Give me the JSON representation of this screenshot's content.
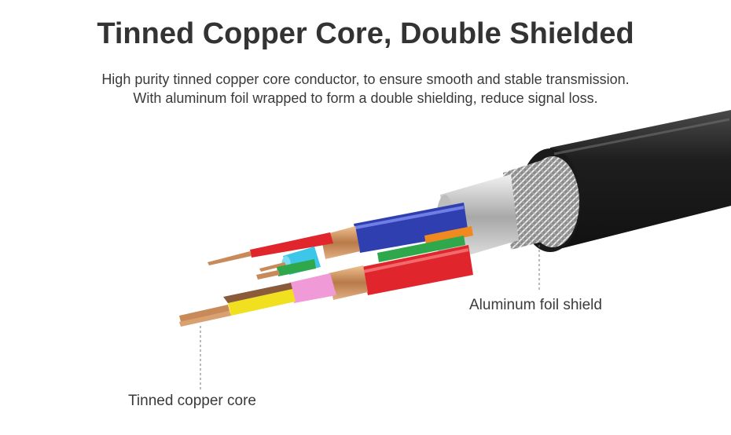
{
  "header": {
    "title": "Tinned Copper Core, Double Shielded",
    "line1": "High purity tinned copper core conductor, to ensure smooth and stable transmission.",
    "line2": "With aluminum foil wrapped to form a double shielding, reduce signal loss."
  },
  "labels": {
    "foil": "Aluminum foil shield",
    "core": "Tinned copper core"
  },
  "colors": {
    "jacket": "#2a2a2a",
    "copper": "#c98a5a",
    "foil": "#c8c8c8",
    "red": "#e0262c",
    "blue": "#2f3fb0",
    "cyan": "#3cc6e8",
    "green": "#2ea84a",
    "pink": "#f09ad8",
    "yellow": "#f0e020",
    "brown": "#8a5a3a",
    "orange": "#f08a20"
  }
}
